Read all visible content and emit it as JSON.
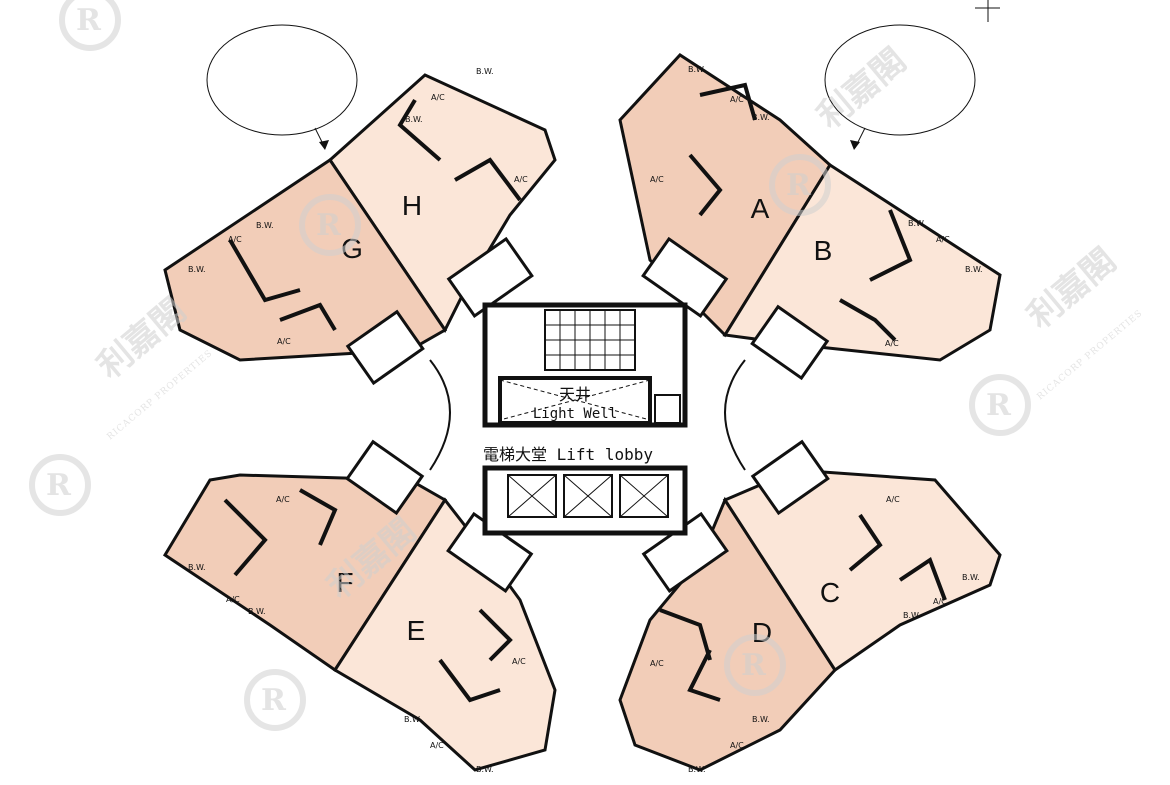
{
  "units": [
    {
      "id": "A",
      "label": "A",
      "color": "#f2cdb8"
    },
    {
      "id": "B",
      "label": "B",
      "color": "#fbe6d8"
    },
    {
      "id": "C",
      "label": "C",
      "color": "#fbe6d8"
    },
    {
      "id": "D",
      "label": "D",
      "color": "#f2cdb8"
    },
    {
      "id": "E",
      "label": "E",
      "color": "#fbe6d8"
    },
    {
      "id": "F",
      "label": "F",
      "color": "#f2cdb8"
    },
    {
      "id": "G",
      "label": "G",
      "color": "#f2cdb8"
    },
    {
      "id": "H",
      "label": "H",
      "color": "#fbe6d8"
    }
  ],
  "room_tags": {
    "bay_window": "B.W.",
    "air_con": "A/C"
  },
  "core": {
    "light_well_cn": "天井",
    "light_well_en": "Light Well",
    "lift_lobby": "電梯大堂 Lift lobby"
  },
  "watermark": {
    "brand_cn": "利嘉閣",
    "brand_en": "RICACORP PROPERTIES"
  },
  "colors": {
    "wall": "#111111",
    "peach_dark": "#f2cdb8",
    "peach_light": "#fbe6d8"
  }
}
